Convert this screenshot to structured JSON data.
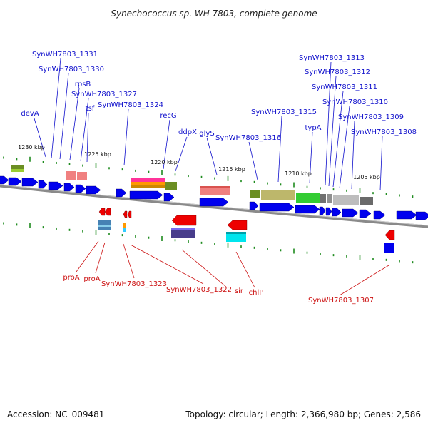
{
  "title": "Synechococcus sp. WH 7803, complete genome",
  "footer": {
    "accession": "Accession: NC_009481",
    "topology": "Topology: circular; Length: 2,366,980 bp; Genes: 2,586"
  },
  "colors": {
    "backbone": "#888888",
    "forward_label": "#1010cc",
    "reverse_label": "#cc1010",
    "tick": "#1f8c1f",
    "cds_blue": "#0000ee",
    "cds_red": "#ee0000"
  },
  "scale_labels": [
    "1230 kbp",
    "1225 kbp",
    "1220 kbp",
    "1215 kbp",
    "1210 kbp",
    "1205 kbp"
  ],
  "forward_labels": [
    "SynWH7803_1331",
    "SynWH7803_1330",
    "devA",
    "rpsB",
    "SynWH7803_1327",
    "tsf",
    "SynWH7803_1324",
    "recG",
    "ddpX",
    "glyS",
    "SynWH7803_1316",
    "SynWH7803_1315",
    "SynWH7803_1313",
    "SynWH7803_1312",
    "SynWH7803_1311",
    "SynWH7803_1310",
    "SynWH7803_1309",
    "typA",
    "SynWH7803_1308"
  ],
  "reverse_labels": [
    "proA",
    "proA",
    "SynWH7803_1323",
    "SynWH7803_1322",
    "sir",
    "chlP",
    "SynWH7803_1307"
  ]
}
